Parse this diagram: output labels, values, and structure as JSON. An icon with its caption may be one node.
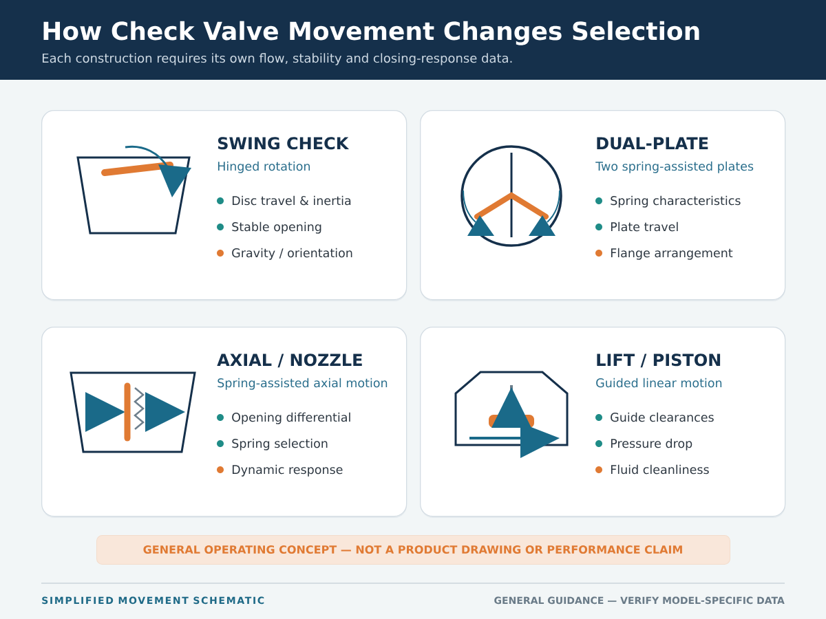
{
  "diagram": {
    "title": "How Check Valve Movement Changes Selection",
    "caption": "Each construction requires its own flow, stability and closing-response data.",
    "nodes": [
      {
        "text": [
          "SWING CHECK",
          "Hinged rotation",
          "Disc travel & inertia",
          "Stable opening",
          "Gravity / orientation"
        ]
      },
      {
        "text": [
          "DUAL-PLATE",
          "Two spring-assisted plates",
          "Spring characteristics",
          "Plate travel",
          "Flange arrangement"
        ]
      },
      {
        "text": [
          "AXIAL / NOZZLE",
          "Spring-assisted axial motion",
          "Opening differential",
          "Spring selection",
          "Dynamic response"
        ]
      },
      {
        "text": [
          "LIFT / PISTON",
          "Guided linear motion",
          "Guide clearances",
          "Pressure drop",
          "Fluid cleanliness"
        ]
      },
      {
        "text": [
          "GENERAL OPERATING CONCEPT — NOT A PRODUCT DRAWING OR PERFORMANCE CLAIM"
        ]
      }
    ],
    "labels": [
      "SIMPLIFIED MOVEMENT SCHEMATIC",
      "GENERAL GUIDANCE — VERIFY MODEL-SPECIFIC DATA"
    ]
  }
}
